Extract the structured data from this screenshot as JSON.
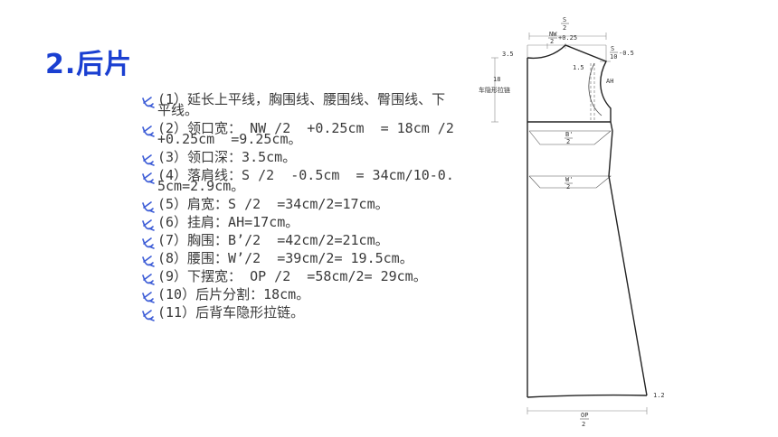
{
  "title": "2.后片",
  "items": [
    "(1）延长上平线，胸围线、腰围线、臀围线、下平线。",
    "(2）领口宽： NW /2  +0.25cm  = 18cm /2  +0.25cm  =9.25cm。",
    "(3）领口深：3.5cm。",
    "(4）落肩线：S /2  -0.5cm  = 34cm/10-0.5cm=2.9cm。",
    "(5）肩宽：S /2  =34cm/2=17cm。",
    "(6）挂肩：AH=17cm。",
    "(7）胸围：B’/2  =42cm/2=21cm。",
    "(8）腰围：W’/2  =39cm/2= 19.5cm。",
    "(9）下摆宽： OP /2  =58cm/2= 29cm。",
    "(10）后片分割：18cm。",
    "(11）后背车隐形拉链。"
  ],
  "pattern": {
    "top_num": "S",
    "top_den": "2",
    "nw_num": "NW",
    "nw_den": "2",
    "nw_add": "+0.25",
    "neck_depth": "3.5",
    "shoulder_num": "S",
    "shoulder_den": "10",
    "shoulder_sub": "-0.5",
    "slope": "1.5",
    "ah": "AH",
    "split": "18",
    "zipper": "车隐形拉链",
    "bust_num": "B'",
    "bust_den": "2",
    "waist_num": "W'",
    "waist_den": "2",
    "hem_rise": "1.2",
    "op_num": "OP",
    "op_den": "2"
  },
  "colors": {
    "title": "#1a3fd1",
    "bullet": "#3b5bd6"
  }
}
